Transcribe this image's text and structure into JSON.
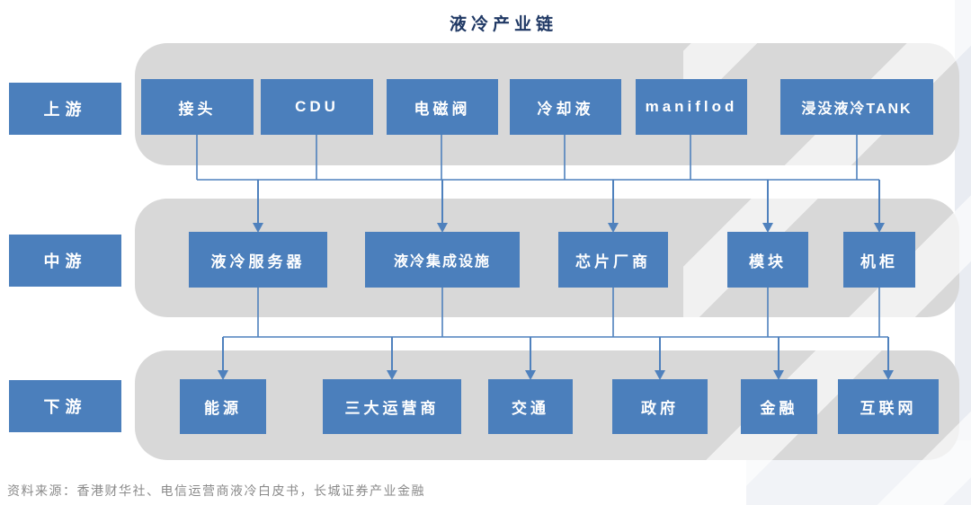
{
  "title": "液冷产业链",
  "source": "资料来源：香港财华社、电信运营商液冷白皮书，长城证券产业金融",
  "colors": {
    "node_blue": "#4b7fbc",
    "connector_blue": "#4f81bd",
    "panel_gray": "#d8d8d8",
    "title_navy": "#1f3864",
    "source_gray": "#8a8a8a"
  },
  "rows": [
    {
      "label": "上游",
      "items": [
        "接头",
        "CDU",
        "电磁阀",
        "冷却液",
        "maniflod",
        "浸没液冷TANK"
      ]
    },
    {
      "label": "中游",
      "items": [
        "液冷服务器",
        "液冷集成设施",
        "芯片厂商",
        "模块",
        "机柜"
      ]
    },
    {
      "label": "下游",
      "items": [
        "能源",
        "三大运营商",
        "交通",
        "政府",
        "金融",
        "互联网"
      ]
    }
  ]
}
